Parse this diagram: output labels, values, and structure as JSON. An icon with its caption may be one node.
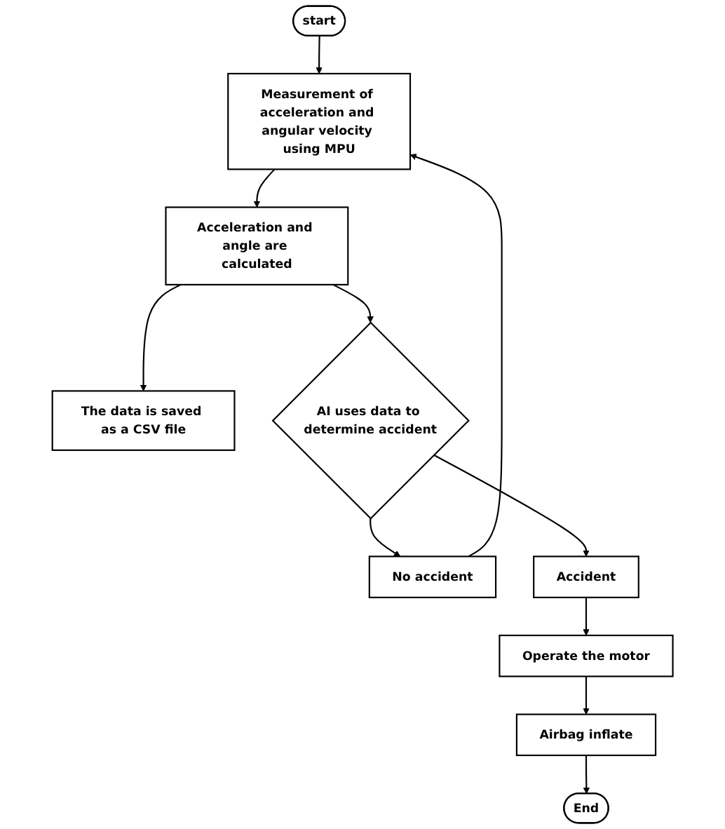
{
  "diagram": {
    "nodes": [
      {
        "text": [
          "start"
        ]
      },
      {
        "text": [
          "Measurement of acceleration and angular velocity using MPU"
        ]
      },
      {
        "text": [
          "Acceleration and angle are calculated"
        ]
      },
      {
        "text": [
          "The data is saved as a CSV file"
        ]
      },
      {
        "text": [
          "No accident"
        ]
      },
      {
        "text": [
          "AI uses data to determine accident"
        ]
      },
      {
        "text": [
          "Accident"
        ]
      },
      {
        "text": [
          "Operate the motor"
        ]
      },
      {
        "text": [
          "Airbag inflate"
        ]
      },
      {
        "text": [
          "End"
        ]
      }
    ],
    "edges": [
      {
        "from": 0,
        "to": 1,
        "arrow": "to"
      },
      {
        "from": 1,
        "to": 2,
        "arrow": "to"
      },
      {
        "from": 2,
        "to": 3,
        "arrow": "to"
      },
      {
        "from": 2,
        "to": 5,
        "arrow": "to"
      },
      {
        "from": 5,
        "to": 4,
        "arrow": "to"
      },
      {
        "from": 4,
        "to": 1,
        "arrow": "to"
      },
      {
        "from": 5,
        "to": 6,
        "arrow": "to"
      },
      {
        "from": 6,
        "to": 7,
        "arrow": "to"
      },
      {
        "from": 7,
        "to": 8,
        "arrow": "to"
      },
      {
        "from": 8,
        "to": 9,
        "arrow": "to"
      }
    ]
  }
}
